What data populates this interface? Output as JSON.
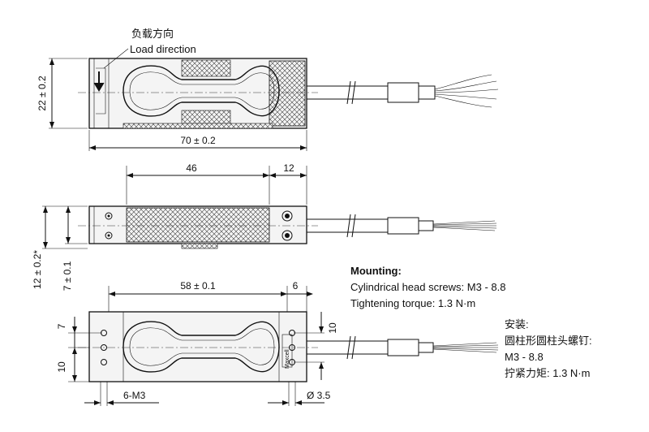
{
  "labels": {
    "load_cn": "负载方向",
    "load_en": "Load direction"
  },
  "dimensions": {
    "height": "22 ± 0.2",
    "length": "70 ± 0.2",
    "span": "46",
    "end": "12",
    "total_h": "12 ± 0.2*",
    "part_h": "7 ± 0.1",
    "hole_span": "58 ± 0.1",
    "hole_end": "6",
    "left_7": "7",
    "left_10": "10",
    "right_10": "10",
    "thread": "6-M3",
    "hole_dia": "Ø 3.5"
  },
  "mounting": {
    "title": "Mounting:",
    "screws": "Cylindrical head screws: M3 - 8.8",
    "torque": "Tightening torque: 1.3 N·m"
  },
  "mounting_cn": {
    "title": "安装:",
    "screws": "圆柱形圆柱头螺钉:",
    "grade": "M3 - 8.8",
    "torque": "拧紧力矩: 1.3 N·m"
  },
  "brand": "Maxcell"
}
